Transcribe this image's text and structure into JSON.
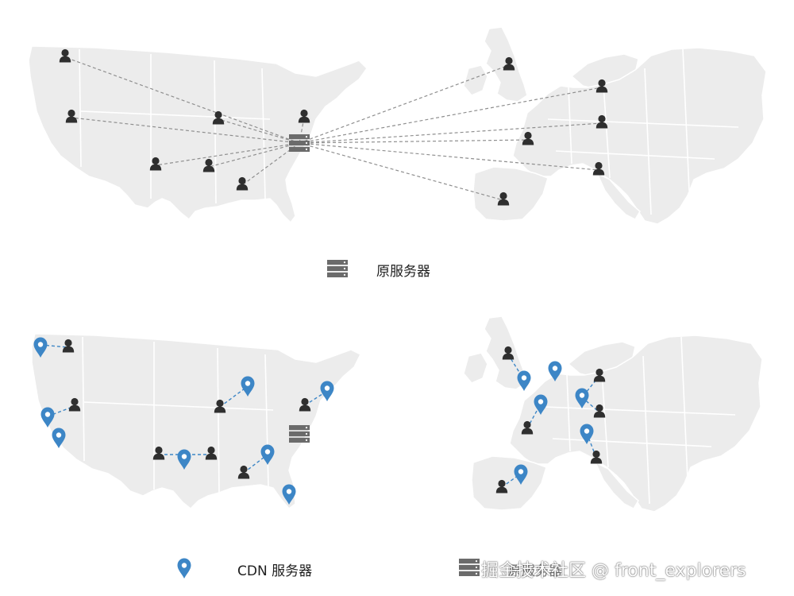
{
  "legend": {
    "origin_label": "原服务器",
    "cdn_label": "CDN 服务器"
  },
  "watermark": "掘金技术社区 @ front_explorers",
  "colors": {
    "land": "#ececec",
    "user": "#2f2f2f",
    "pin": "#3d86c6",
    "server": "#6b6b6b"
  },
  "icons": [
    "user-icon",
    "server-icon",
    "map-pin-icon"
  ]
}
